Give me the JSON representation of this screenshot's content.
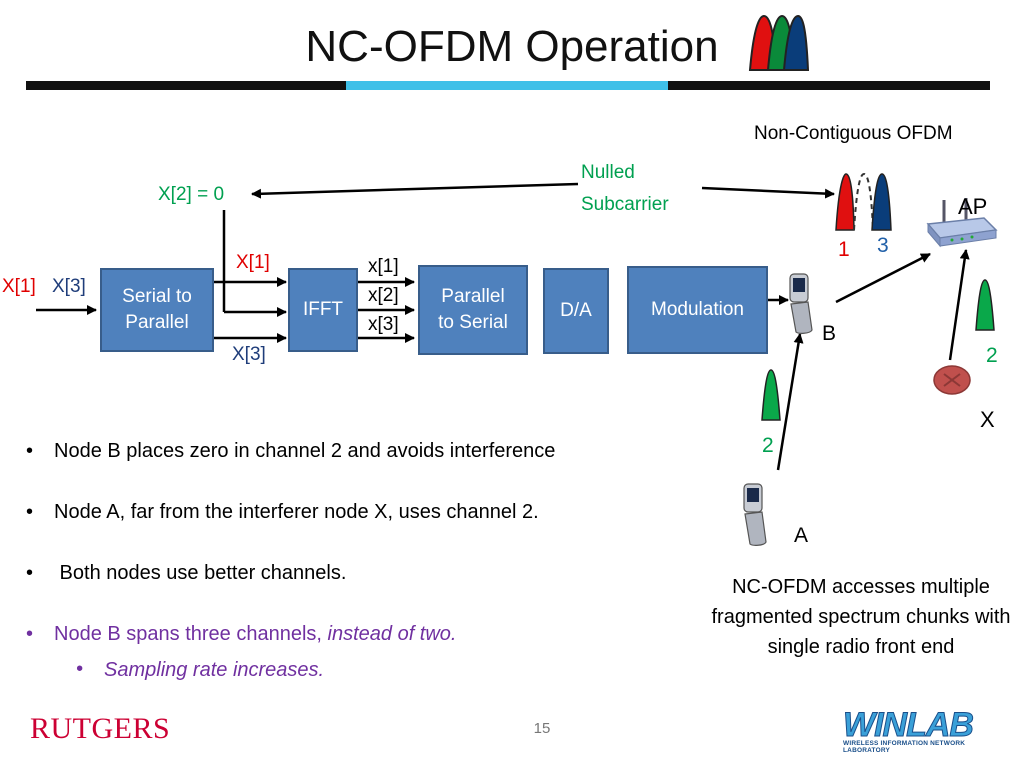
{
  "slide": {
    "title": "NC-OFDM Operation",
    "page_number": "15"
  },
  "diagram": {
    "blocks": {
      "serial_to_parallel": "Serial to\nParallel",
      "ifft": "IFFT",
      "parallel_to_serial": "Parallel\nto Serial",
      "da": "D/A",
      "modulation": "Modulation"
    },
    "input_x1": "X[1]",
    "input_x3": "X[3]",
    "x2_zero": "X[2]  = 0",
    "out_x1": "X[1]",
    "out_x3": "X[3]",
    "ifft_out_1": "x[1]",
    "ifft_out_2": "x[2]",
    "ifft_out_3": "x[3]",
    "nulled_line1": "Nulled",
    "nulled_line2": "Subcarrier",
    "nc_ofdm_label": "Non-Contiguous OFDM",
    "ap_label": "AP",
    "ch1": "1",
    "ch3": "3",
    "node_b": "B",
    "node_x_ch": "2",
    "node_x": "X",
    "node_a_ch": "2",
    "node_a": "A"
  },
  "bullets": [
    {
      "text": "Node B places zero in channel 2 and avoids interference"
    },
    {
      "text": "Node A, far from the interferer node X, uses channel 2."
    },
    {
      "text": " Both nodes use better channels."
    },
    {
      "text_plain": "Node B spans three channels, ",
      "text_italic": "instead of two."
    }
  ],
  "sub_bullet": "Sampling rate increases.",
  "caption": "NC-OFDM accesses multiple fragmented spectrum chunks with single radio front end",
  "logos": {
    "rutgers": "RUTGERS",
    "winlab": "WINLAB",
    "winlab_sub": "WIRELESS INFORMATION NETWORK LABORATORY"
  },
  "colors": {
    "block_fill": "#4f81bd",
    "accent_cyan": "#3fc0e8",
    "red": "#e00000",
    "green": "#00a050",
    "purple": "#7030a0"
  }
}
